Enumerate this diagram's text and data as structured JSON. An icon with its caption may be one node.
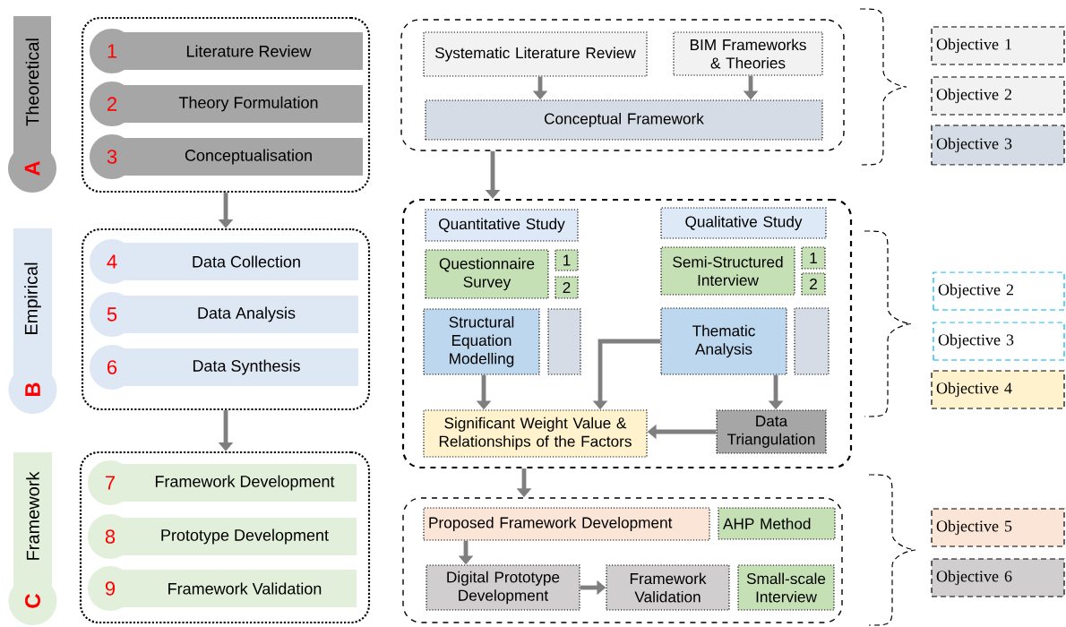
{
  "diagram": {
    "nodes": [
      {
        "text": [
          "Theoretical",
          "A"
        ]
      },
      {
        "text": [
          "Empirical",
          "B"
        ]
      },
      {
        "text": [
          "Framework",
          "C"
        ]
      },
      {
        "text": [],
        "shape": "box"
      },
      {
        "text": [
          "1",
          "Literature Review"
        ],
        "in": 3
      },
      {
        "text": [
          "2",
          "Theory Formulation"
        ],
        "in": 3
      },
      {
        "text": [
          "3",
          "Conceptualisation"
        ],
        "in": 3
      },
      {
        "text": [],
        "shape": "box"
      },
      {
        "text": [
          "4",
          "Data Collection"
        ],
        "in": 7
      },
      {
        "text": [
          "5",
          "Data Analysis"
        ],
        "in": 7
      },
      {
        "text": [
          "6",
          "Data Synthesis"
        ],
        "in": 7
      },
      {
        "text": [],
        "shape": "box"
      },
      {
        "text": [
          "7",
          "Framework Development"
        ],
        "in": 11
      },
      {
        "text": [
          "8",
          "Prototype Development"
        ],
        "in": 11
      },
      {
        "text": [
          "9",
          "Framework Validation"
        ],
        "in": 11
      },
      {
        "text": [],
        "shape": "box"
      },
      {
        "text": [
          "Systematic Literature Review"
        ],
        "in": 15
      },
      {
        "text": [
          "BIM Frameworks & Theories"
        ],
        "in": 15
      },
      {
        "text": [
          "Conceptual Framework"
        ],
        "in": 15
      },
      {
        "text": [],
        "shape": "box"
      },
      {
        "text": [
          "Quantitative Study"
        ],
        "in": 19
      },
      {
        "text": [
          "Questionnaire Survey"
        ],
        "in": 19
      },
      {
        "text": [
          "1"
        ],
        "in": 19
      },
      {
        "text": [
          "2"
        ],
        "in": 19
      },
      {
        "text": [
          "Structural Equation Modelling"
        ],
        "in": 19
      },
      {
        "text": [],
        "shape": "box",
        "in": 19
      },
      {
        "text": [
          "Qualitative Study"
        ],
        "in": 19
      },
      {
        "text": [
          "Semi-Structured Interview"
        ],
        "in": 19
      },
      {
        "text": [
          "1"
        ],
        "in": 19
      },
      {
        "text": [
          "2"
        ],
        "in": 19
      },
      {
        "text": [
          "Thematic Analysis"
        ],
        "in": 19
      },
      {
        "text": [],
        "shape": "box",
        "in": 19
      },
      {
        "text": [
          "Significant Weight Value & Relationships of the Factors"
        ],
        "in": 19
      },
      {
        "text": [
          "Data Triangulation"
        ],
        "in": 19
      },
      {
        "text": [],
        "shape": "box"
      },
      {
        "text": [
          "Proposed Framework Development"
        ],
        "in": 34
      },
      {
        "text": [
          "AHP Method"
        ],
        "in": 34
      },
      {
        "text": [
          "Digital Prototype Development"
        ],
        "in": 34
      },
      {
        "text": [
          "Framework Validation"
        ],
        "in": 34
      },
      {
        "text": [
          "Small-scale Interview"
        ],
        "in": 34
      },
      {
        "text": [
          "Objective 1"
        ]
      },
      {
        "text": [
          "Objective 2"
        ]
      },
      {
        "text": [
          "Objective 3"
        ]
      },
      {
        "text": [
          "Objective 2"
        ]
      },
      {
        "text": [
          "Objective 3"
        ]
      },
      {
        "text": [
          "Objective 4"
        ]
      },
      {
        "text": [
          "Objective 5"
        ]
      },
      {
        "text": [
          "Objective 6"
        ]
      }
    ],
    "edges": [
      {
        "from": 3,
        "to": 7,
        "arrow": "to"
      },
      {
        "from": 7,
        "to": 11,
        "arrow": "to"
      },
      {
        "from": 16,
        "to": 18,
        "arrow": "to"
      },
      {
        "from": 17,
        "to": 18,
        "arrow": "to"
      },
      {
        "from": 15,
        "to": 19,
        "arrow": "to"
      },
      {
        "from": 24,
        "to": 32,
        "arrow": "to"
      },
      {
        "from": 30,
        "to": 32,
        "arrow": "to"
      },
      {
        "from": 30,
        "to": 33,
        "arrow": "to"
      },
      {
        "from": 33,
        "to": 32,
        "arrow": "to"
      },
      {
        "from": 19,
        "to": 34,
        "arrow": "to"
      },
      {
        "from": 35,
        "to": 37,
        "arrow": "to"
      },
      {
        "from": 37,
        "to": 38,
        "arrow": "to"
      }
    ]
  }
}
